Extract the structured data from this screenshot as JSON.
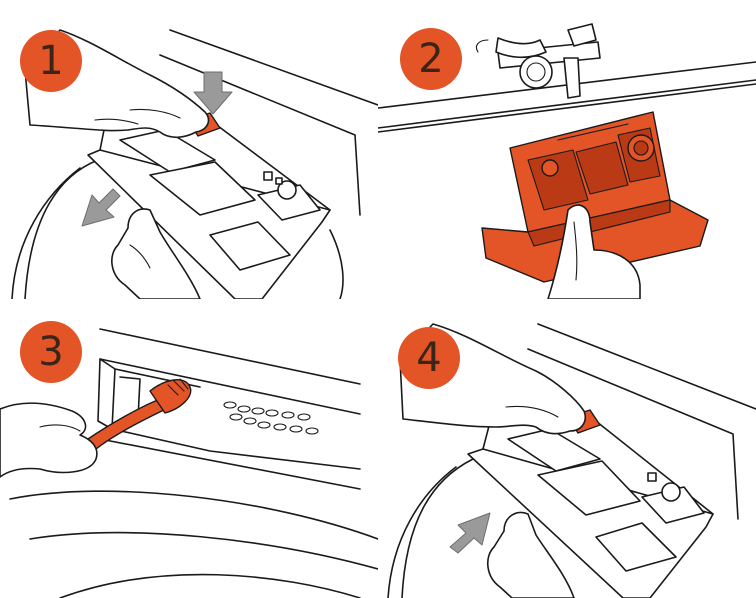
{
  "steps": [
    {
      "number": "1"
    },
    {
      "number": "2"
    },
    {
      "number": "3"
    },
    {
      "number": "4"
    }
  ],
  "colors": {
    "accent": "#e35527",
    "badge_text": "#3b2418",
    "line": "#1a1a1a",
    "arrow": "#9a9a9a"
  },
  "icons": {
    "step1": [
      "hand-icon",
      "detergent-drawer-icon",
      "press-down-arrow-icon",
      "pull-out-arrow-icon"
    ],
    "step2": [
      "water-tap-icon",
      "detergent-drawer-icon",
      "hand-icon"
    ],
    "step3": [
      "brush-icon",
      "drawer-recess-icon",
      "hand-icon"
    ],
    "step4": [
      "hand-icon",
      "detergent-drawer-icon",
      "push-in-arrow-icon"
    ]
  }
}
